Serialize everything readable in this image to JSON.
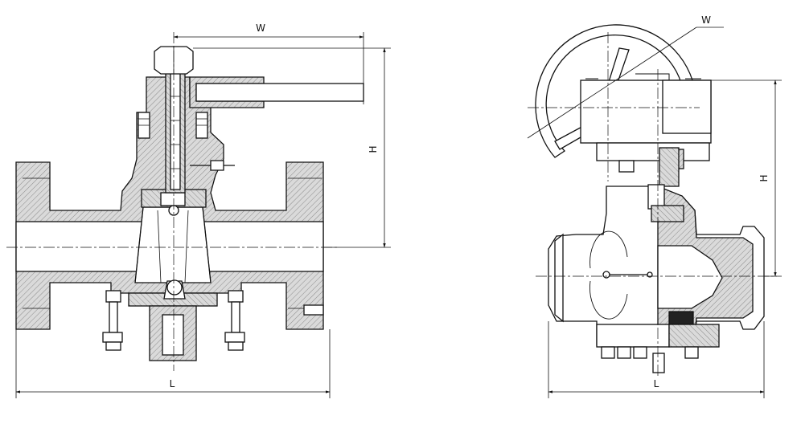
{
  "left_view": {
    "dim_width": "W",
    "dim_height": "H",
    "dim_length": "L"
  },
  "right_view": {
    "dim_width": "W",
    "dim_height": "H",
    "dim_length": "L"
  },
  "colors": {
    "line": "#111111",
    "hatch": "#8a8a8a",
    "fill": "#d9d9d9",
    "background": "#ffffff"
  }
}
